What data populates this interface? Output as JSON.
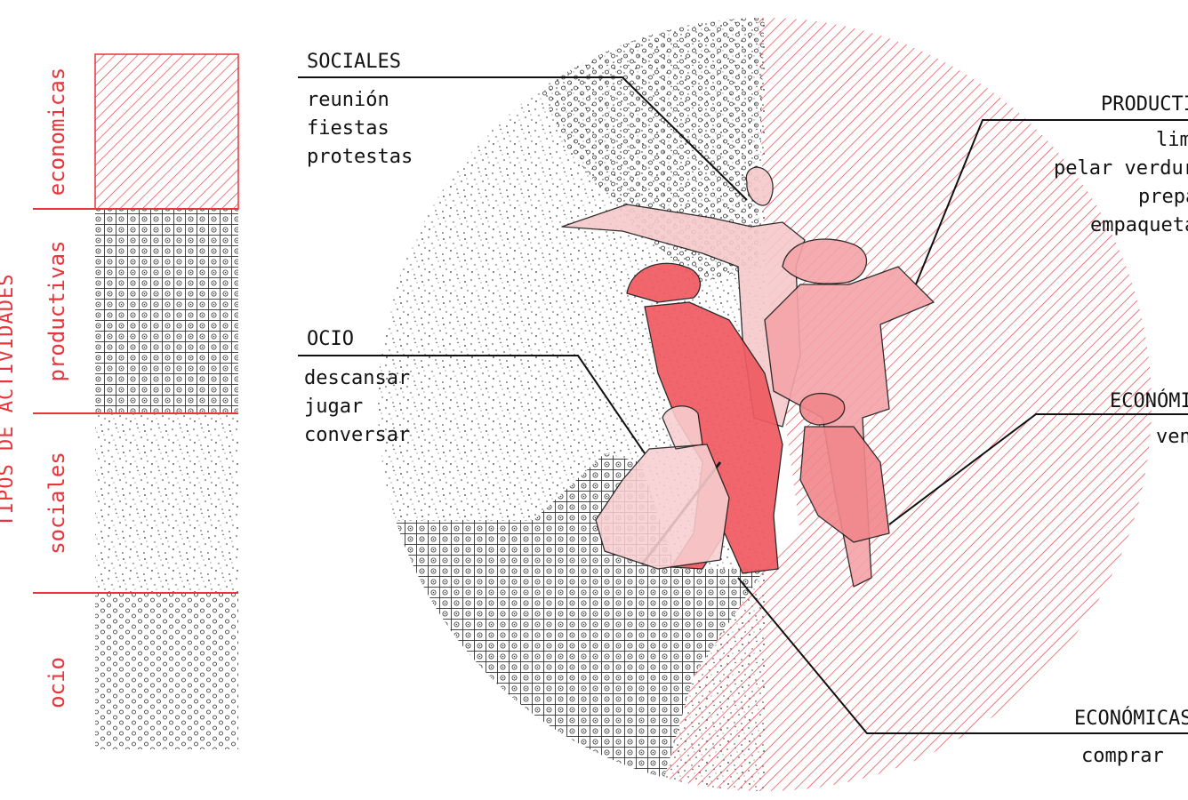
{
  "legend": {
    "title": "TIPOS DE ACTIVIDADES",
    "categories": [
      {
        "label": "economicas",
        "pattern": "hatch"
      },
      {
        "label": "productivas",
        "pattern": "grid"
      },
      {
        "label": "sociales",
        "pattern": "stipple"
      },
      {
        "label": "ocio",
        "pattern": "circles"
      }
    ]
  },
  "callouts": {
    "sociales": {
      "title": "SOCIALES",
      "items": [
        "reunión",
        "fiestas",
        "protestas"
      ]
    },
    "ocio": {
      "title": "OCIO",
      "items": [
        "descansar",
        "jugar",
        "conversar"
      ]
    },
    "productivas": {
      "title": "PRODUCTIVAS",
      "items": [
        "limpiar",
        "pelar verduras",
        "preparar",
        "empaquetar"
      ]
    },
    "economicas_1": {
      "title": "ECONÓMICAS",
      "items": [
        "vender"
      ]
    },
    "economicas_2": {
      "title": "ECONÓMICAS",
      "items": [
        "comprar"
      ]
    }
  },
  "colors": {
    "accent": "#e8343a",
    "figure_fill": "#f07a80",
    "figure_fill_light": "#f6b3b6",
    "ink": "#111111",
    "pattern_gray": "#555555"
  }
}
